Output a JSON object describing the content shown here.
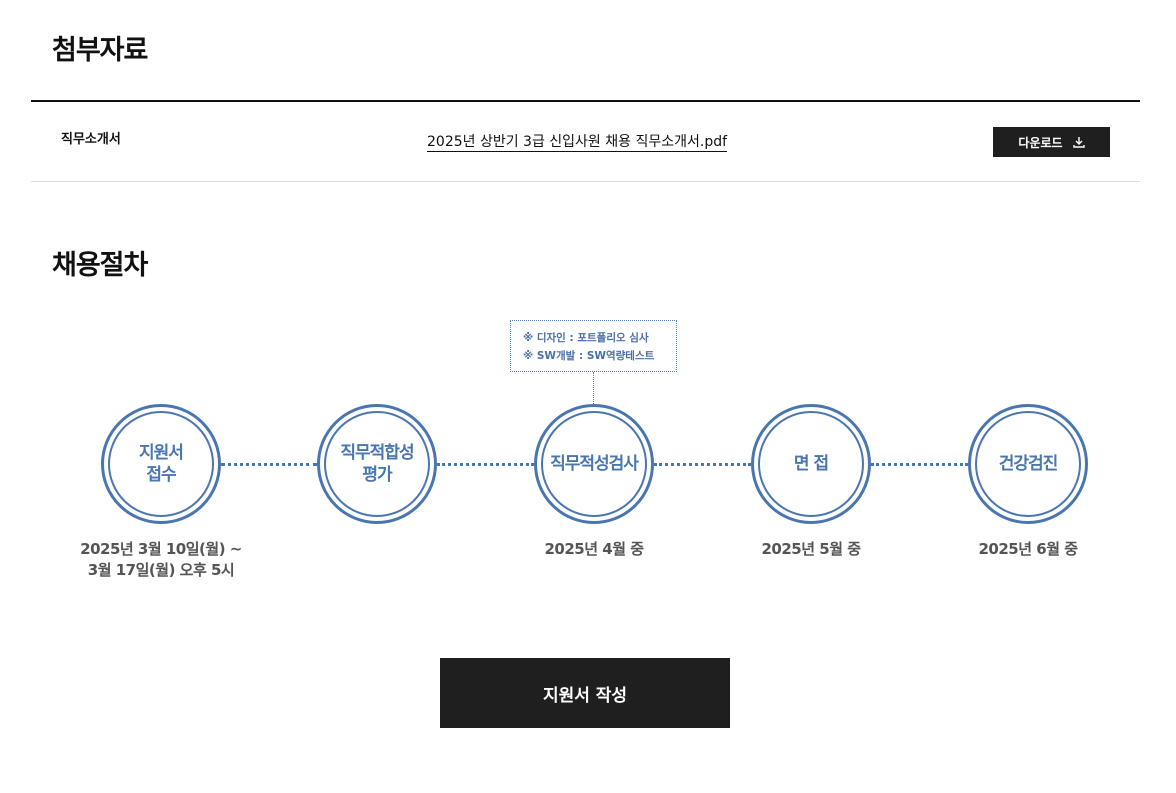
{
  "attachments": {
    "title": "첨부자료",
    "items": [
      {
        "label": "직무소개서",
        "file": "2025년 상반기 3급 신입사원 채용 직무소개서.pdf",
        "button": "다운로드"
      }
    ]
  },
  "process": {
    "title": "채용절차",
    "note": [
      "※ 디자인 : 포트폴리오 심사",
      "※ SW개발 : SW역량테스트"
    ],
    "accent": "#4a76b0",
    "steps": [
      {
        "name": "지원서\n접수",
        "date": "2025년 3월 10일(월) ~\n3월 17일(월) 오후 5시"
      },
      {
        "name": "직무적합성\n평가",
        "date": ""
      },
      {
        "name": "직무적성검사",
        "date": "2025년 4월 중"
      },
      {
        "name": "면  접",
        "date": "2025년 5월 중"
      },
      {
        "name": "건강검진",
        "date": "2025년 6월 중"
      }
    ]
  },
  "apply_button": "지원서 작성"
}
